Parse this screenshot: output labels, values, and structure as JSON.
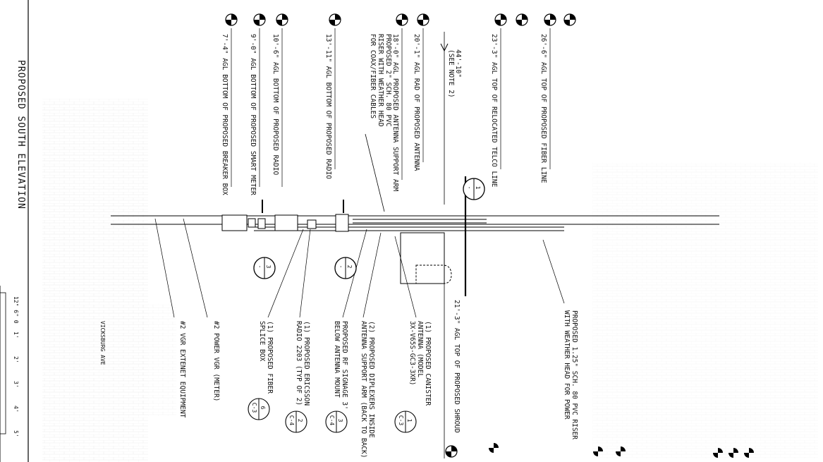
{
  "title": "PROPOSED SOUTH ELEVATION",
  "street": "VICKSBURG AVE",
  "scale": {
    "labels": [
      "12\" 6\" 0",
      "1'",
      "2'",
      "3'",
      "4'",
      "5'"
    ]
  },
  "dimension": {
    "value": "44'-10\"",
    "note": "(SEE NOTE 2)"
  },
  "elevations": [
    "26'-6\" AGL TOP OF PROPOSED FIBER LINE",
    "23'-3\" AGL TOP OF RELOCATED TELCO LINE",
    "20'-1\" AGL RAD OF PROPOSED ANTENNA",
    "18'-0\" AGL PROPOSED ANTENNA SUPPORT ARM",
    "13'-11\" AGL BOTTOM OF PROPOSED RADIO",
    "10'-6\" AGL BOTTOM OF PROPOSED RADIO",
    "9'-0\" AGL BOTTOM OF PROPOSED SMART METER",
    "7'-4\" AGL BOTTOM OF PROPOSED BREAKER BOX"
  ],
  "shroud_label": "21'-3\" AGL TOP OF PROPOSED SHROUD",
  "riser_note": {
    "line1": "PROPOSED 2\" SCH. 80 PVC",
    "line2": "RISER WITH WEATHER HEAD",
    "line3": "FOR COAX/FIBER CABLES"
  },
  "callouts": [
    {
      "lines": [
        "PROPOSED 1.25\" SCH. 80 PVC RISER",
        "WITH WEATHER HEAD FOR POWER"
      ],
      "ref": null
    },
    {
      "lines": [
        "(1) PROPOSED CANISTER",
        "ANTENNA (MODEL",
        "3X-V65S-GC3-3XR)"
      ],
      "ref": {
        "num": "1",
        "sheet": "C-3"
      }
    },
    {
      "lines": [
        "(2) PROPOSED DIPLEXERS INSIDE",
        "ANTENNA SUPPORT ARM (BACK TO BACK)"
      ],
      "ref": null
    },
    {
      "lines": [
        "PROPOSED RF SIGNAGE 3'",
        "BELOW ANTENNA MOUNT"
      ],
      "ref": {
        "num": "3",
        "sheet": "C-4"
      }
    },
    {
      "lines": [
        "(1) PROPOSED ERICSSON",
        "RADIO 2203 (TYP OF 2)"
      ],
      "ref": {
        "num": "2",
        "sheet": "C-4"
      }
    },
    {
      "lines": [
        "(1) PROPOSED FIBER",
        "SPLICE BOX"
      ],
      "ref": {
        "num": "6",
        "sheet": "C-3"
      }
    },
    {
      "lines": [
        "#2 POWER VGR (METER)"
      ],
      "ref": null
    },
    {
      "lines": [
        "#2 VGR EXTENET EQUIPMENT"
      ],
      "ref": null
    }
  ],
  "detail_markers": [
    {
      "num": "1",
      "sheet": "-"
    },
    {
      "num": "2",
      "sheet": "-"
    },
    {
      "num": "3",
      "sheet": "-"
    }
  ]
}
